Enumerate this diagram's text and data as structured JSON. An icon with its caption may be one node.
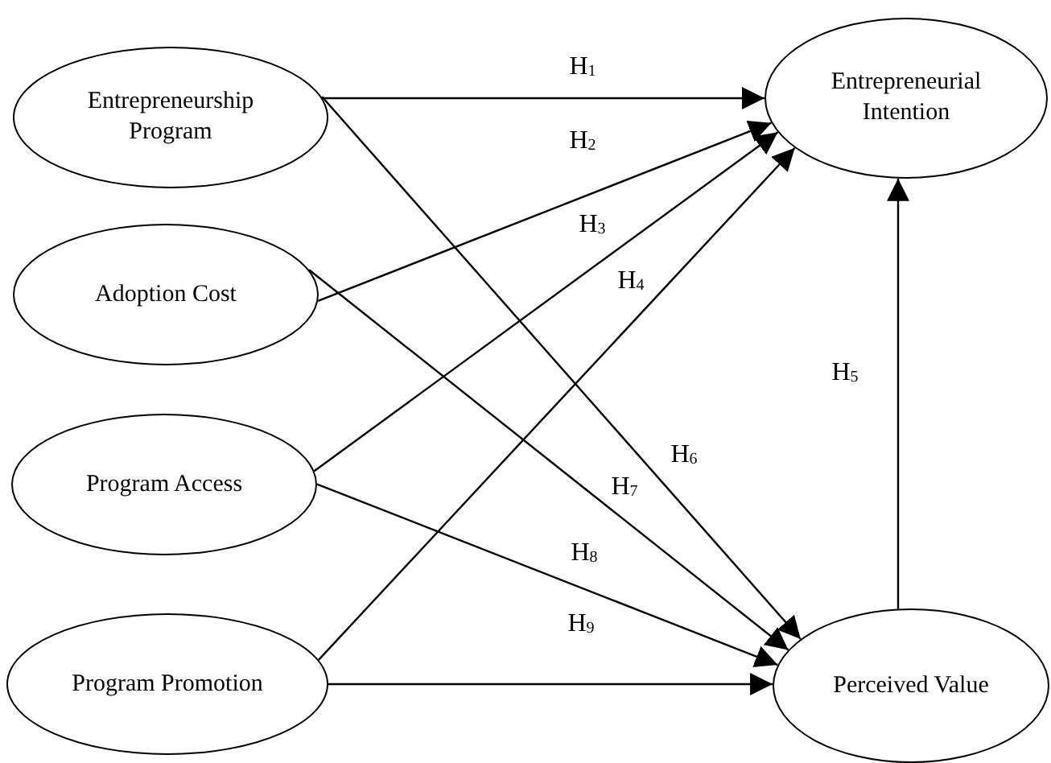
{
  "diagram": {
    "nodes": [
      {
        "text": [
          "Entrepreneurship Program"
        ]
      },
      {
        "text": [
          "Adoption Cost"
        ]
      },
      {
        "text": [
          "Program Access"
        ]
      },
      {
        "text": [
          "Program Promotion"
        ]
      },
      {
        "text": [
          "Entrepreneurial Intention"
        ]
      },
      {
        "text": [
          "Perceived Value"
        ]
      }
    ],
    "edges": [
      {
        "from": 0,
        "to": 4,
        "arrow": "to",
        "label": "H$_{1}$"
      },
      {
        "from": 1,
        "to": 4,
        "arrow": "to",
        "label": "H$_{2}$"
      },
      {
        "from": 2,
        "to": 4,
        "arrow": "to",
        "label": "H$_{3}$"
      },
      {
        "from": 3,
        "to": 4,
        "arrow": "to",
        "label": "H$_{4}$"
      },
      {
        "from": 5,
        "to": 4,
        "arrow": "to",
        "label": "H$_{5}$"
      },
      {
        "from": 0,
        "to": 5,
        "arrow": "to",
        "label": "H$_{6}$"
      },
      {
        "from": 1,
        "to": 5,
        "arrow": "to",
        "label": "H$_{7}$"
      },
      {
        "from": 2,
        "to": 5,
        "arrow": "to",
        "label": "H$_{8}$"
      },
      {
        "from": 3,
        "to": 5,
        "arrow": "to",
        "label": "H$_{9}$"
      }
    ]
  }
}
